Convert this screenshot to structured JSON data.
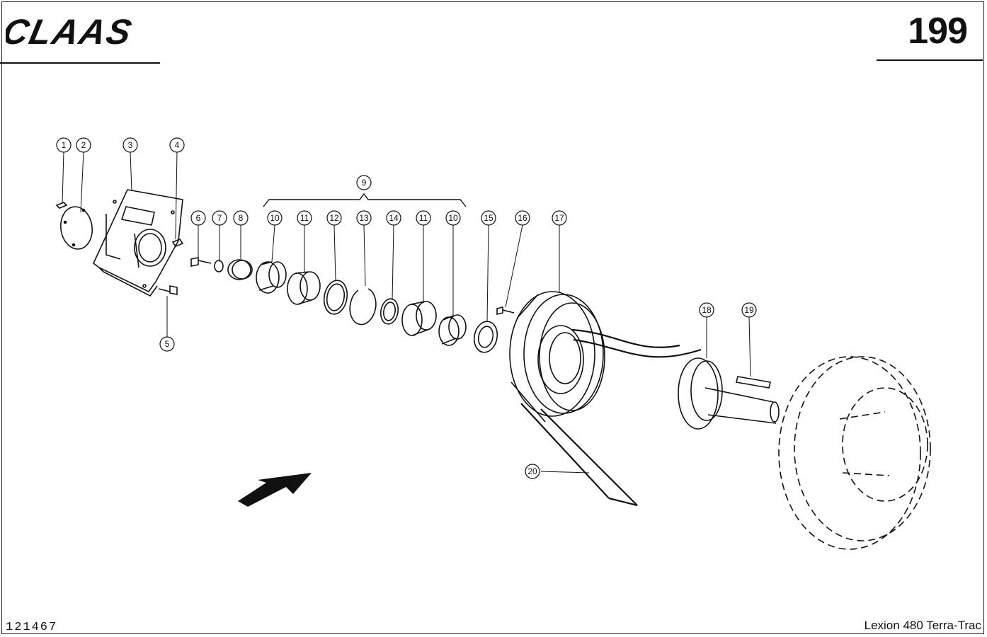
{
  "header": {
    "brand": "CLAAS",
    "page_number": "199"
  },
  "footer": {
    "drawing_number": "121467",
    "model": "Lexion 480 Terra-Trac"
  },
  "diagram": {
    "group_label": "9",
    "callouts": [
      "1",
      "2",
      "3",
      "4",
      "5",
      "6",
      "7",
      "8",
      "10",
      "11",
      "12",
      "13",
      "14",
      "11",
      "10",
      "15",
      "16",
      "17",
      "18",
      "19",
      "20"
    ],
    "direction_arrow": "arrow-icon"
  },
  "colors": {
    "ink": "#111111",
    "paper": "#ffffff"
  }
}
